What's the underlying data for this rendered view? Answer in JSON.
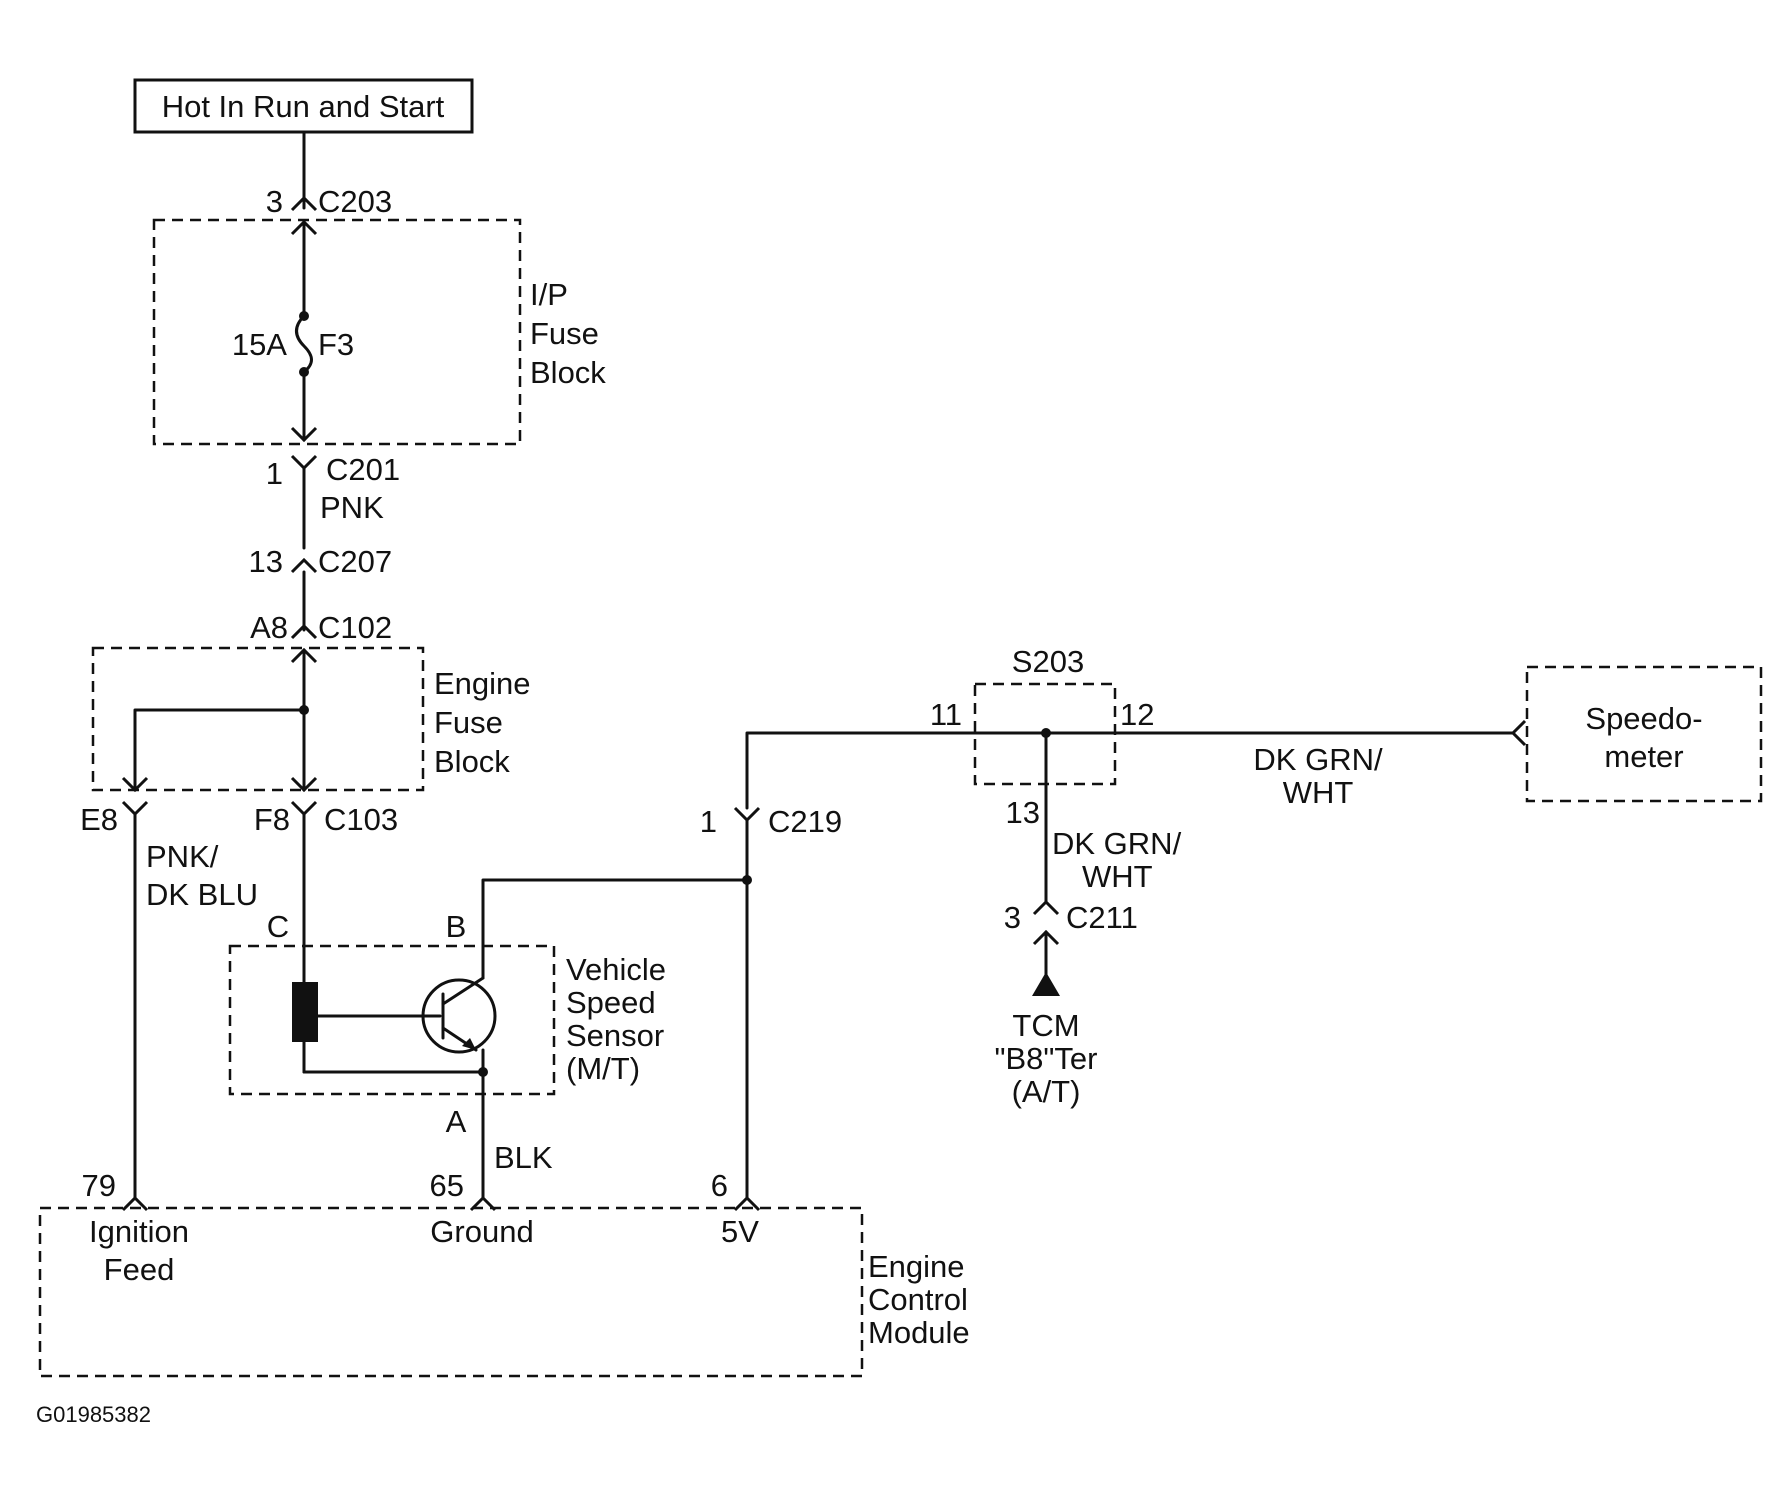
{
  "title_box": "Hot In Run and Start",
  "figure_id": "G01985382",
  "fuse_block_ip": {
    "label_lines": [
      "I/P",
      "Fuse",
      "Block"
    ],
    "fuse_rating": "15A",
    "fuse_name": "F3"
  },
  "engine_fuse_block": {
    "label_lines": [
      "Engine",
      "Fuse",
      "Block"
    ]
  },
  "connectors": {
    "c203": {
      "pin": "3",
      "name": "C203"
    },
    "c201": {
      "pin": "1",
      "name": "C201"
    },
    "c207": {
      "pin": "13",
      "name": "C207"
    },
    "c102": {
      "pin": "A8",
      "name": "C102"
    },
    "c103": {
      "pin_left": "E8",
      "pin_right": "F8",
      "name": "C103"
    },
    "c219": {
      "pin": "1",
      "name": "C219"
    },
    "c211": {
      "pin": "3",
      "name": "C211"
    }
  },
  "wires": {
    "pnk": "PNK",
    "pnk_dk_blu": [
      "PNK/",
      "DK BLU"
    ],
    "blk": "BLK",
    "dk_grn_wht_right": [
      "DK GRN/",
      "WHT"
    ],
    "dk_grn_wht_down": [
      "DK GRN/",
      "WHT"
    ]
  },
  "splice": {
    "name": "S203",
    "pin_left": "11",
    "pin_right": "12",
    "pin_bottom": "13"
  },
  "speedometer": {
    "label_lines": [
      "Speedo-",
      "meter"
    ]
  },
  "tcm": {
    "label_lines": [
      "TCM",
      "\"B8\"Ter",
      "(A/T)"
    ]
  },
  "vss": {
    "label_lines": [
      "Vehicle",
      "Speed",
      "Sensor",
      "(M/T)"
    ],
    "pin_c": "C",
    "pin_b": "B",
    "pin_a": "A"
  },
  "ecm": {
    "label_lines": [
      "Engine",
      "Control",
      "Module"
    ],
    "pins": [
      {
        "num": "79",
        "name_lines": [
          "Ignition",
          "Feed"
        ]
      },
      {
        "num": "65",
        "name_lines": [
          "Ground"
        ]
      },
      {
        "num": "6",
        "name_lines": [
          "5V"
        ]
      }
    ]
  }
}
